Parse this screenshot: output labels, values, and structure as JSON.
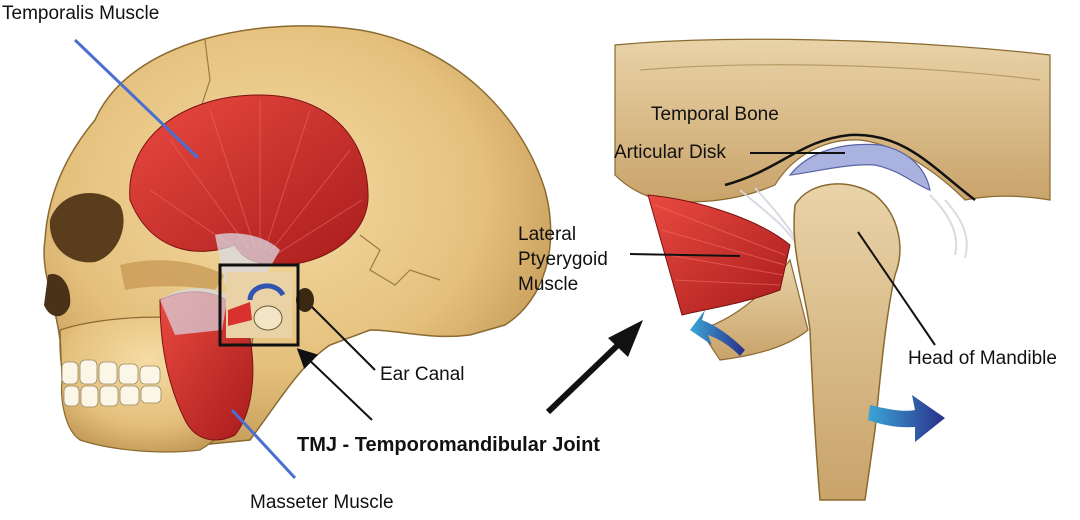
{
  "labels": {
    "temporalis": "Temporalis Muscle",
    "masseter": "Masseter Muscle",
    "ear_canal": "Ear Canal",
    "tmj": "TMJ - Temporomandibular Joint",
    "temporal_bone": "Temporal Bone",
    "articular_disk": "Articular Disk",
    "lateral_pterygoid": "Lateral Ptyerygoid Muscle",
    "head_of_mandible": "Head of Mandible"
  },
  "colors": {
    "bone": "#e4c07c",
    "bone_shadow": "#b98d4a",
    "muscle": "#d8312e",
    "muscle_dark": "#a81c1c",
    "leader_blue": "#4a6fd0",
    "disk": "#aab3e0",
    "arrow_blue": "#2b3a8c"
  },
  "icons": [
    "skull-illustration",
    "joint-closeup-illustration",
    "motion-arrow-icon"
  ]
}
